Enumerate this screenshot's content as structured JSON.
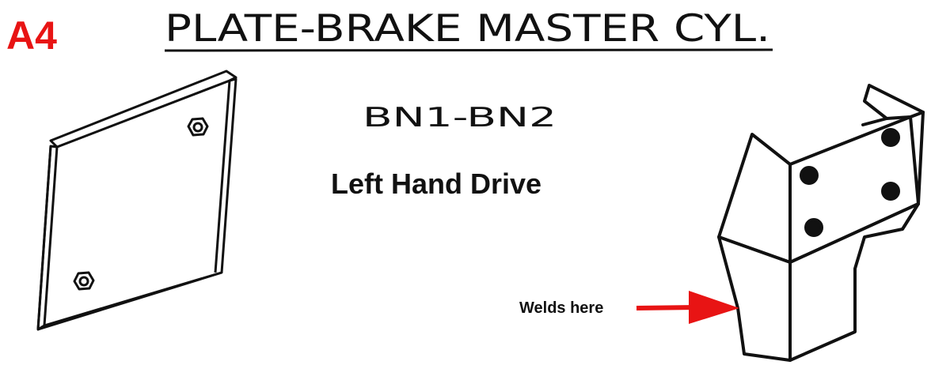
{
  "badge": {
    "text": "A4",
    "color": "#e81414"
  },
  "title": {
    "text": "PLATE-BRAKE MASTER CYL."
  },
  "models": {
    "text": "BN1-BN2"
  },
  "drive": {
    "text": "Left Hand Drive"
  },
  "callout": {
    "text": "Welds here",
    "arrow_color": "#e81414"
  },
  "parts": [
    {
      "name": "flat-plate",
      "studs": 2
    },
    {
      "name": "bent-bracket",
      "holes": 4
    }
  ]
}
